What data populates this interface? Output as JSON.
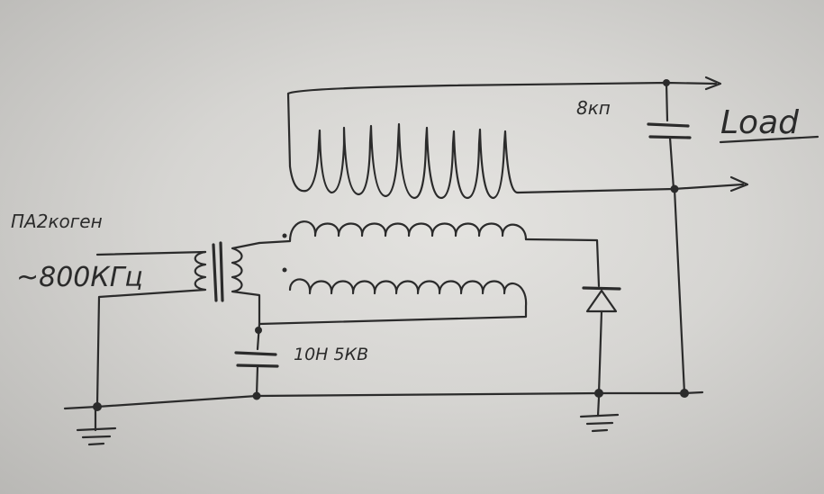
{
  "labels": {
    "source_top": "ПА2коген",
    "source_freq": "~800КГц",
    "capacitor_top": "8кп",
    "capacitor_bottom": "10Н 5КВ",
    "load": "Load"
  },
  "colors": {
    "ink": "#2b2b2b",
    "paper": "#dcdbd8"
  }
}
